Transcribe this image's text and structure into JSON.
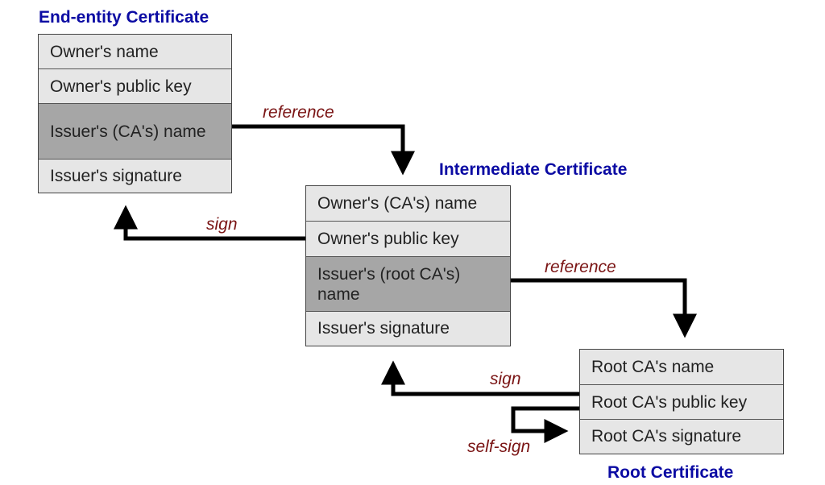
{
  "end_entity": {
    "title": "End-entity Certificate",
    "fields": [
      "Owner's name",
      "Owner's public key",
      "Issuer's (CA's) name",
      "Issuer's signature"
    ]
  },
  "intermediate": {
    "title": "Intermediate Certificate",
    "fields": [
      "Owner's (CA's) name",
      "Owner's public key",
      "Issuer's (root CA's) name",
      "Issuer's signature"
    ]
  },
  "root": {
    "title": "Root Certificate",
    "fields": [
      "Root CA's name",
      "Root CA's public key",
      "Root CA's signature"
    ]
  },
  "labels": {
    "reference_1": "reference",
    "sign_1": "sign",
    "reference_2": "reference",
    "sign_2": "sign",
    "self_sign": "self-sign"
  },
  "colors": {
    "title": "#0b0ba3",
    "label": "#7a1414",
    "field_light": "#e6e6e6",
    "field_dark": "#a6a6a6"
  }
}
